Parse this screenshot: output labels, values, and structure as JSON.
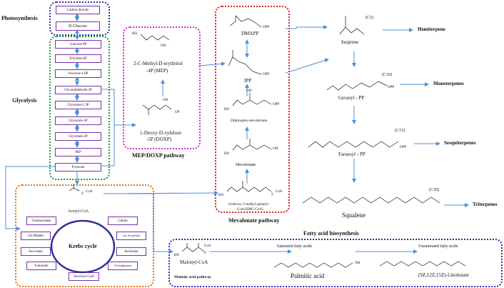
{
  "section_labels": {
    "photosynthesis": "Photosynthesis",
    "glycolysis": "Glycolysis",
    "mep_pathway": "MEP/DOXP pathway",
    "mevalonate_pathway": "Mevalonate pathway",
    "fatty_acid": "Fatty acid biosynthesis",
    "malonic": "Malonic acid pathway"
  },
  "photosynthesis_steps": [
    "Carbon dioxide",
    "D-Glucose"
  ],
  "glycolysis_steps": [
    "Glucose-6P",
    "Fructose-6P",
    "Fructose-1,6P",
    "Glyceraldehyde-3P",
    "Glycerate-1,3P",
    "Glycerate-3P",
    "Glycerate-2P",
    "PEP",
    "Pyruvate"
  ],
  "krebs": {
    "title": "Krebs cycle",
    "acetyl": "Acetyl-CoA",
    "acetyl_coa_sub": "CoA",
    "acetyl_s": "S",
    "intermediates": [
      "Oxaloacetate",
      "(S)-Malate",
      "Succinate",
      "Fumarate",
      "Succinyl-CoA",
      "2-Oxoglutarate",
      "Isocitrate",
      "cis-Aconitate",
      "Citrate"
    ]
  },
  "mep": {
    "mep_label1": "2-C-Methyl-D-erythritol",
    "mep_label2": "-4P (MEP)",
    "doxp_label1": "1-Deoxy-D-xylulose",
    "doxp_label2": "-5P (DOXP)",
    "ho": "HO",
    "oh": "OH",
    "op": "OP"
  },
  "mevalonate": {
    "dmapp": "DMAPP",
    "ipp": "IPP",
    "diphospho": "Diphospho-mevalonate",
    "mevalonate": "Mevalonate",
    "hmg1": "3-hidroxy-3-methyl-glutaryl-",
    "hmg2": "CoA (HMG-CoA)",
    "opp": "OPP",
    "oh": "OH",
    "ho": "HO",
    "coa": "CoA",
    "s": "S"
  },
  "terpenes": {
    "isoprene": "Isoprene",
    "c5": "(C5)",
    "geranyl": "Geranyl - PP",
    "c10": "(C10)",
    "farnesyl": "Farnesyl - PP",
    "c15": "(C15)",
    "squalene": "Squalene",
    "c30": "(C30)",
    "opp": "OPP",
    "hemiterpene": "Hemiterpene",
    "monoterpenes": "Monoterpenes",
    "sesquiterpenes": "Sesquiterpenes",
    "triterpenes": "Triterpenes"
  },
  "fatty": {
    "malonyl": "Malonyl-CoA",
    "saturated": "Saturated fatty acids",
    "unsaturated": "Unsaturated fatty acids",
    "palmitic": "Palmitic acid",
    "linolenate": "(9Z,12Z,15Z)-Linolenate",
    "ho": "HO",
    "coa": "CoA",
    "s": "S",
    "oh": "OH"
  },
  "colors": {
    "arrow": "#4a90d9",
    "photosynthesis_border": "#2f2fa6",
    "glycolysis_border": "#1a9e3a",
    "mep_border": "#d12fd1",
    "mevalonate_border": "#d11f1f",
    "krebs_border": "#d9741f",
    "fatty_border": "#2f2fa6",
    "box_border": "#7a2fa8"
  }
}
